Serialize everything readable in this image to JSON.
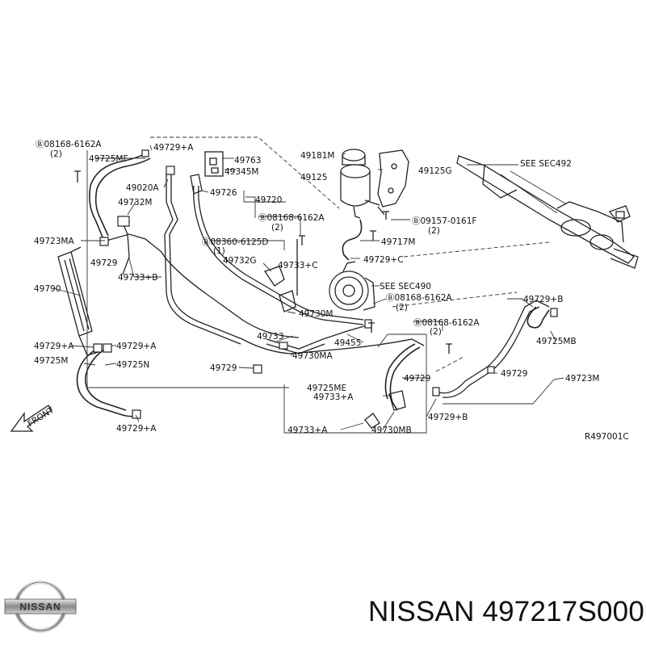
{
  "labels": [
    {
      "id": "l1",
      "text": "Ⓑ08168-6162A"
    },
    {
      "id": "l2",
      "text": "(2)"
    },
    {
      "id": "l3",
      "text": "49725MF"
    },
    {
      "id": "l4",
      "text": "49729+A"
    },
    {
      "id": "l5",
      "text": "49763"
    },
    {
      "id": "l6",
      "text": "49345M"
    },
    {
      "id": "l7",
      "text": "49181M"
    },
    {
      "id": "l8",
      "text": "49125"
    },
    {
      "id": "l9",
      "text": "49125G"
    },
    {
      "id": "l10",
      "text": "SEE SEC492"
    },
    {
      "id": "l11",
      "text": "49020A"
    },
    {
      "id": "l12",
      "text": "49726"
    },
    {
      "id": "l13",
      "text": "49720"
    },
    {
      "id": "l14",
      "text": "49732M"
    },
    {
      "id": "l15",
      "text": "Ⓑ08168-6162A"
    },
    {
      "id": "l16",
      "text": "(2)"
    },
    {
      "id": "l17",
      "text": "Ⓑ09157-0161F"
    },
    {
      "id": "l18",
      "text": "(2)"
    },
    {
      "id": "l19",
      "text": "49717M"
    },
    {
      "id": "l20",
      "text": "49723MA"
    },
    {
      "id": "l21",
      "text": "Ⓑ08360-6125D"
    },
    {
      "id": "l22",
      "text": "(1)"
    },
    {
      "id": "l23",
      "text": "49729"
    },
    {
      "id": "l24",
      "text": "49732G"
    },
    {
      "id": "l25",
      "text": "49733+C"
    },
    {
      "id": "l26",
      "text": "49729+C"
    },
    {
      "id": "l27",
      "text": "49733+B"
    },
    {
      "id": "l28",
      "text": "49790"
    },
    {
      "id": "l29",
      "text": "SEE SEC490"
    },
    {
      "id": "l30",
      "text": "Ⓑ08168-6162A"
    },
    {
      "id": "l31",
      "text": "(2)"
    },
    {
      "id": "l32",
      "text": "49730M"
    },
    {
      "id": "l33",
      "text": "49729+B"
    },
    {
      "id": "l34",
      "text": "Ⓑ08168-6162A"
    },
    {
      "id": "l35",
      "text": "(2)"
    },
    {
      "id": "l36",
      "text": "49733"
    },
    {
      "id": "l37",
      "text": "49455"
    },
    {
      "id": "l38",
      "text": "49729+A"
    },
    {
      "id": "l39",
      "text": "49729+A"
    },
    {
      "id": "l40",
      "text": "49730MA"
    },
    {
      "id": "l41",
      "text": "49725MB"
    },
    {
      "id": "l42",
      "text": "49725M"
    },
    {
      "id": "l43",
      "text": "49725N"
    },
    {
      "id": "l44",
      "text": "49729"
    },
    {
      "id": "l45",
      "text": "49729"
    },
    {
      "id": "l46",
      "text": "49729"
    },
    {
      "id": "l47",
      "text": "49723M"
    },
    {
      "id": "l48",
      "text": "49725ME"
    },
    {
      "id": "l49",
      "text": "49733+A"
    },
    {
      "id": "l50",
      "text": "FRONT"
    },
    {
      "id": "l51",
      "text": "49729+B"
    },
    {
      "id": "l52",
      "text": "49729+A"
    },
    {
      "id": "l53",
      "text": "49733+A"
    },
    {
      "id": "l54",
      "text": "49730MB"
    },
    {
      "id": "l55",
      "text": "R497001C"
    }
  ],
  "brand": {
    "logo_text": "NISSAN",
    "caption": "NISSAN 497217S000"
  }
}
